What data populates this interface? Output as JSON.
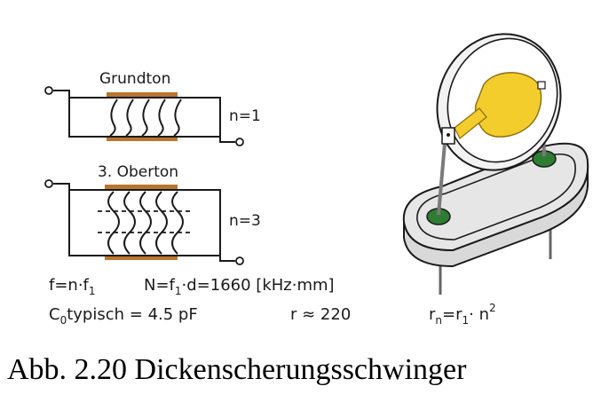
{
  "diagram": {
    "fundamental": {
      "title": "Grundton",
      "mode": "n=1"
    },
    "overtone": {
      "title": "3. Oberton",
      "mode": "n=3"
    },
    "formulas": {
      "f_pre": "f=n·f",
      "f_sub": "1",
      "N_pre": "N=f",
      "N_sub": "1",
      "N_post": "·d=1660  [kHz·mm]",
      "c0_C": "C",
      "c0_sub": "0",
      "c0_post": "typisch = 4.5 pF",
      "r": "r ≈ 220",
      "rn_r": "r",
      "rn_sub": "n",
      "rn_mid": "=r",
      "rn_sub2": "1",
      "rn_post": "· n",
      "rn_exp": "2"
    }
  },
  "caption": "Abb. 2.20 Dickenscherungsschwinger",
  "colors": {
    "electrode": "#b8762e",
    "gold": "#f3cd2b",
    "green": "#2e7d32",
    "ink": "#1a1a1a"
  }
}
